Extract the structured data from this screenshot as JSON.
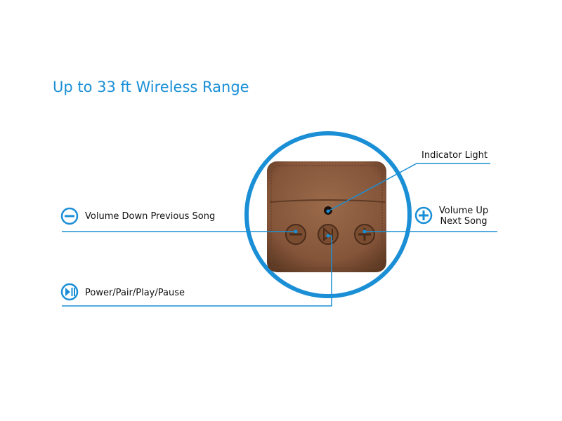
{
  "title": "Up to 33 ft Wireless Range",
  "colors": {
    "accent": "#1a8fd6",
    "leather": "#8a5a3c",
    "leather_dark": "#5e3a24",
    "text": "#111111"
  },
  "callouts": {
    "indicator": {
      "label": "Indicator Light"
    },
    "volume_down": {
      "label": "Volume Down Previous Song",
      "icon": "minus-circle-icon"
    },
    "volume_up": {
      "line1": "Volume Up",
      "line2": "Next Song",
      "icon": "plus-circle-icon"
    },
    "power": {
      "label": "Power/Pair/Play/Pause",
      "icon": "play-pause-circle-icon"
    }
  }
}
